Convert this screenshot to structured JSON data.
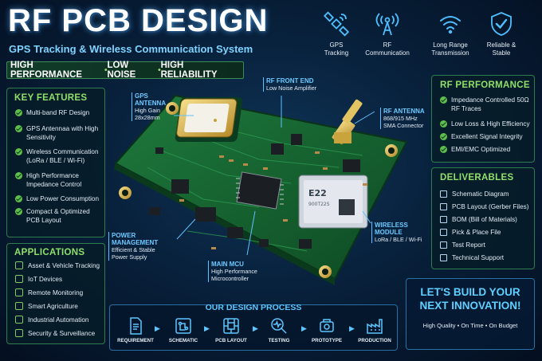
{
  "header": {
    "title": "RF PCB DESIGN",
    "subtitle": "GPS Tracking & Wireless Communication System",
    "highlights": [
      "HIGH PERFORMANCE",
      "LOW NOISE",
      "HIGH RELIABILITY"
    ]
  },
  "top_features": [
    {
      "label": "GPS\nTracking",
      "icon": "satellite-icon"
    },
    {
      "label": "RF\nCommunication",
      "icon": "antenna-tower-icon"
    },
    {
      "label": "Long Range\nTransmission",
      "icon": "wifi-signal-icon"
    },
    {
      "label": "Reliable &\nStable",
      "icon": "shield-check-icon"
    }
  ],
  "key_features": {
    "title": "KEY FEATURES",
    "items": [
      "Multi-band RF Design",
      "GPS Antennaa with High Sensitivity",
      "Wireless Communication (LoRa / BLE / Wi-Fi)",
      "High Performance Impedance Control",
      "Low Power Consumption",
      "Compact & Optimized PCB Layout"
    ]
  },
  "applications": {
    "title": "APPLICATIONS",
    "items": [
      {
        "label": "Asset & Vehicle Tracking",
        "icon": "vehicle-icon"
      },
      {
        "label": "IoT Devices",
        "icon": "iot-icon"
      },
      {
        "label": "Remote Monitoring",
        "icon": "monitor-icon"
      },
      {
        "label": "Smart Agriculture",
        "icon": "plant-icon"
      },
      {
        "label": "Industrial Automation",
        "icon": "factory-icon"
      },
      {
        "label": "Security & Surveillance",
        "icon": "shield-icon"
      }
    ]
  },
  "rf_performance": {
    "title": "RF PERFORMANCE",
    "items": [
      "Impedance Controlled 50Ω RF Traces",
      "Low Loss & High Efficiency",
      "Excellent Signal Integrity",
      "EMI/EMC Optimized"
    ]
  },
  "deliverables": {
    "title": "DELIVERABLES",
    "items": [
      "Schematic Diagram",
      "PCB Layout (Gerber Files)",
      "BOM (Bill of Materials)",
      "Pick & Place File",
      "Test Report",
      "Technical Support"
    ]
  },
  "callouts": {
    "gps_antenna": {
      "title": "GPS ANTENNA",
      "desc": "High Gain\n28x28mm"
    },
    "rf_front_end": {
      "title": "RF FRONT END",
      "desc": "Low Noise Amplifier"
    },
    "rf_antenna": {
      "title": "RF ANTENNA",
      "desc": "868/915 MHz\nSMA Connector"
    },
    "power_management": {
      "title": "POWER MANAGEMENT",
      "desc": "Efficient & Stable\nPower Supply"
    },
    "main_mcu": {
      "title": "MAIN MCU",
      "desc": "High Performance\nMicrocontroller"
    },
    "wireless_module": {
      "title": "WIRELESS MODULE",
      "desc": "LoRa / BLE / Wi-Fi"
    }
  },
  "board": {
    "module_label": "E22",
    "module_sublabel": "900T22S"
  },
  "process": {
    "title": "OUR DESIGN PROCESS",
    "steps": [
      {
        "label": "REQUIREMENT",
        "icon": "document-icon"
      },
      {
        "label": "SCHEMATIC",
        "icon": "schematic-icon"
      },
      {
        "label": "PCB LAYOUT",
        "icon": "pcb-layout-icon"
      },
      {
        "label": "TESTING",
        "icon": "magnifier-wave-icon"
      },
      {
        "label": "PROTOTYPE",
        "icon": "prototype-gear-icon"
      },
      {
        "label": "PRODUCTION",
        "icon": "factory-icon"
      }
    ]
  },
  "cta": {
    "line1": "LET'S BUILD YOUR",
    "line2": "NEXT INNOVATION!",
    "tagline": "High Quality • On Time • On Budget"
  },
  "colors": {
    "accent_green": "#8fe06a",
    "accent_blue": "#5cc6ff",
    "board_green": "#14602e"
  }
}
